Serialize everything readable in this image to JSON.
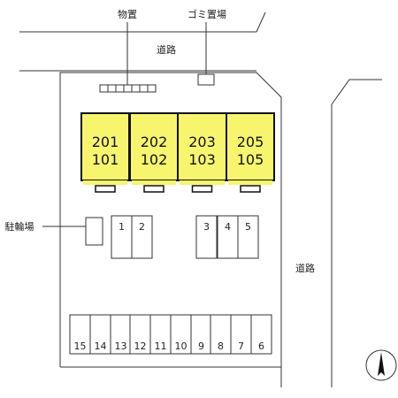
{
  "labels": {
    "storage": "物置",
    "garbage": "ゴミ置場",
    "road_top": "道路",
    "road_right": "道路",
    "bicycle": "駐輪場"
  },
  "units": [
    {
      "upper": "201",
      "lower": "101"
    },
    {
      "upper": "202",
      "lower": "102"
    },
    {
      "upper": "203",
      "lower": "103"
    },
    {
      "upper": "205",
      "lower": "105"
    }
  ],
  "parking_upper": [
    "1",
    "2",
    "3",
    "4",
    "5"
  ],
  "parking_lower": [
    "15",
    "14",
    "13",
    "12",
    "11",
    "10",
    "9",
    "8",
    "7",
    "6"
  ],
  "colors": {
    "building": "#f7f56e",
    "line": "#333333",
    "dark": "#111111"
  }
}
